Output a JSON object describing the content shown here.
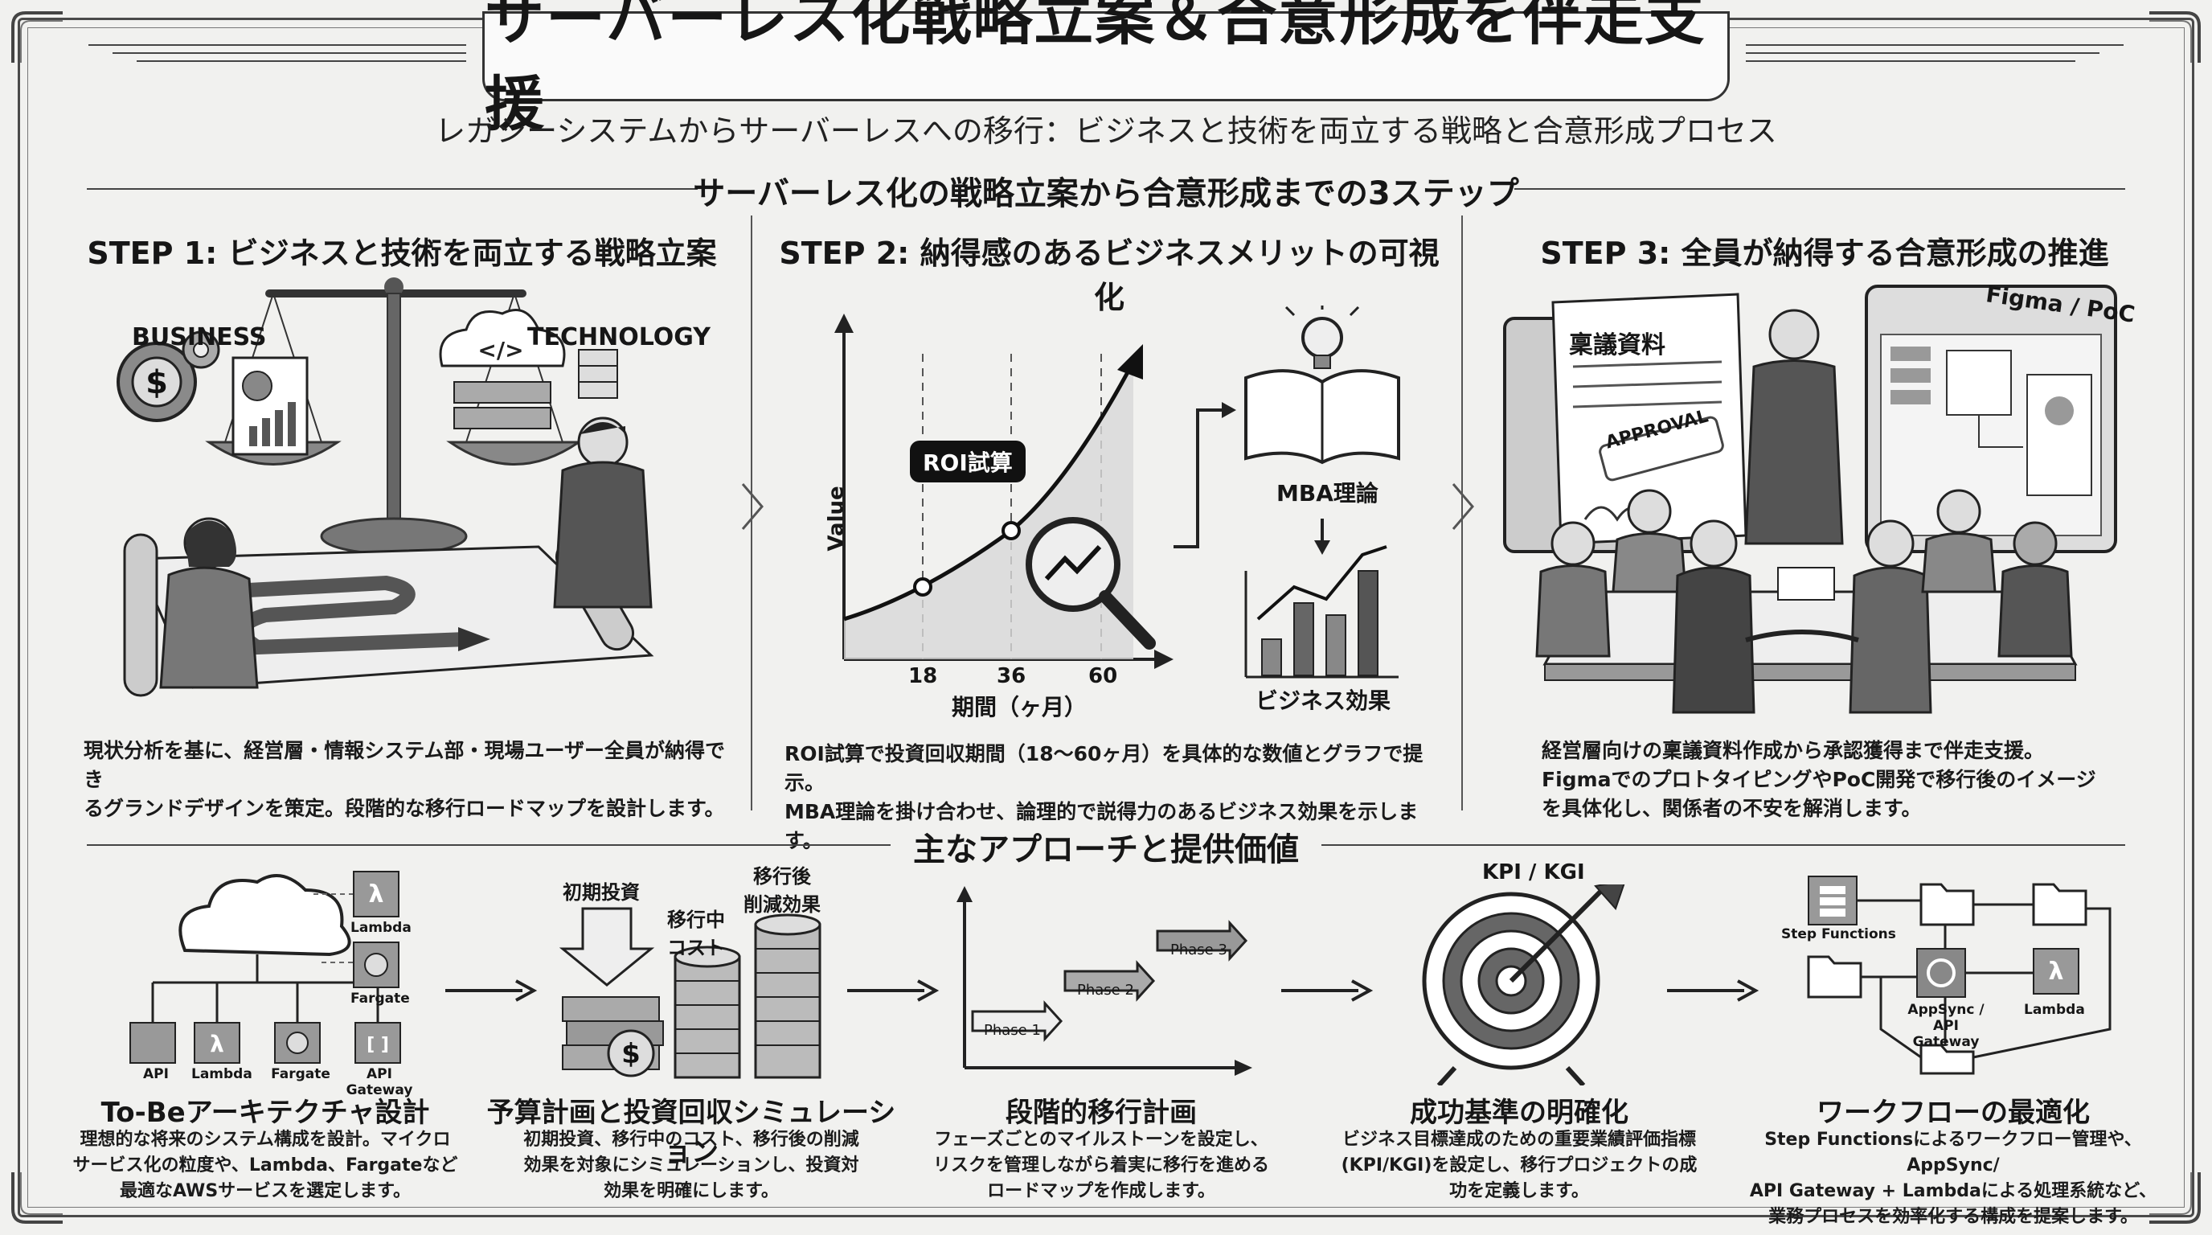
{
  "header": {
    "title": "サーバーレス化戦略立案＆合意形成を伴走支援",
    "subtitle": "レガシーシステムからサーバーレスへの移行：ビジネスと技術を両立する戦略と合意形成プロセス"
  },
  "steps_section": {
    "heading": "サーバーレス化の戦略立案から合意形成までの3ステップ",
    "step1": {
      "title": "STEP 1: ビジネスと技術を両立する戦略立案",
      "label_business": "BUSINESS",
      "label_technology": "TECHNOLOGY",
      "desc_line1": "現状分析を基に、経営層・情報システム部・現場ユーザー全員が納得でき",
      "desc_line2": "るグランドデザインを策定。段階的な移行ロードマップを設計します。"
    },
    "step2": {
      "title": "STEP 2: 納得感のあるビジネスメリットの可視化",
      "roi_label": "ROI試算",
      "axis_y": "Value",
      "axis_x": "期間（ヶ月）",
      "ticks": [
        "18",
        "36",
        "60"
      ],
      "mba_label": "MBA理論",
      "effect_label": "ビジネス効果",
      "desc_line1": "ROI試算で投資回収期間（18〜60ヶ月）を具体的な数値とグラフで提示。",
      "desc_line2": "MBA理論を掛け合わせ、論理的で説得力のあるビジネス効果を示します。"
    },
    "step3": {
      "title": "STEP 3: 全員が納得する合意形成の推進",
      "doc_label": "稟議資料",
      "stamp_label": "APPROVAL",
      "screen_label": "Figma / PoC",
      "desc_line1": "経営層向けの稟議資料作成から承認獲得まで伴走支援。",
      "desc_line2": "FigmaでのプロトタイピングやPoC開発で移行後のイメージ",
      "desc_line3": "を具体化し、関係者の不安を解消します。"
    }
  },
  "approach_section": {
    "heading": "主なアプローチと提供価値",
    "item1": {
      "title": "To-Beアーキテクチャ設計",
      "icons": [
        "Lambda",
        "Fargate",
        "API",
        "Lambda",
        "Fargate",
        "API Gateway"
      ],
      "desc_line1": "理想的な将来のシステム構成を設計。マイクロ",
      "desc_line2": "サービス化の粒度や、Lambda、Fargateなど",
      "desc_line3": "最適なAWSサービスを選定します。"
    },
    "item2": {
      "title": "予算計画と投資回収シミュレーション",
      "label_initial": "初期投資",
      "label_mid_1": "移行中",
      "label_mid_2": "コスト",
      "label_after_1": "移行後",
      "label_after_2": "削減効果",
      "desc_line1": "初期投資、移行中のコスト、移行後の削減",
      "desc_line2": "効果を対象にシミュレーションし、投資対",
      "desc_line3": "効果を明確にします。"
    },
    "item3": {
      "title": "段階的移行計画",
      "phases": [
        "Phase 1",
        "Phase 2",
        "Phase 3"
      ],
      "desc_line1": "フェーズごとのマイルストーンを設定し、",
      "desc_line2": "リスクを管理しながら着実に移行を進める",
      "desc_line3": "ロードマップを作成します。"
    },
    "item4": {
      "title": "成功基準の明確化",
      "kpi_label": "KPI / KGI",
      "desc_line1": "ビジネス目標達成のための重要業績評価指標",
      "desc_line2": "(KPI/KGI)を設定し、移行プロジェクトの成",
      "desc_line3": "功を定義します。"
    },
    "item5": {
      "title": "ワークフローの最適化",
      "label_step_functions": "Step Functions",
      "label_appsync_1": "AppSync /",
      "label_appsync_2": "API Gateway",
      "label_lambda": "Lambda",
      "desc_line1": "Step Functionsによるワークフロー管理や、AppSync/",
      "desc_line2": "API Gateway + Lambdaによる処理系統など、",
      "desc_line3": "業務プロセスを効率化する構成を提案します。"
    }
  }
}
